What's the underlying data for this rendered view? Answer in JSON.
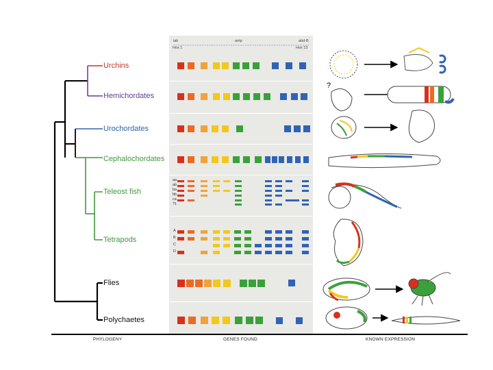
{
  "header": {
    "left": "lab",
    "mid": "antp",
    "right": "abd-B",
    "left2": "Hox 1",
    "right2": "Hox 13"
  },
  "taxa": [
    {
      "name": "Urchins",
      "color": "#c0392b"
    },
    {
      "name": "Hemichordates",
      "color": "#5b3f91"
    },
    {
      "name": "Urochordates",
      "color": "#2f63a8"
    },
    {
      "name": "Cephalochordates",
      "color": "#3f9a3a"
    },
    {
      "name": "Teleost fish",
      "color": "#3f9a3a"
    },
    {
      "name": "Tetrapods",
      "color": "#3f9a3a"
    },
    {
      "name": "Flies",
      "color": "#111111"
    },
    {
      "name": "Polychaetes",
      "color": "#111111"
    }
  ],
  "fish_clusters": [
    "aa",
    "ab",
    "ba",
    "bb",
    "ca",
    "?1"
  ],
  "tetra_clusters": [
    "A",
    "B",
    "C",
    "D"
  ],
  "footer": {
    "phylogeny": "PHYLOGENY",
    "genes": "GENES FOUND",
    "expression": "KNOWN EXPRESSION"
  },
  "question_mark": "?",
  "colors": {
    "red": "#d9301c",
    "orange": "#ec6a24",
    "lightorange": "#f1a23a",
    "yellow": "#f2c81c",
    "green": "#3aa13a",
    "blue": "#2f63b4"
  }
}
